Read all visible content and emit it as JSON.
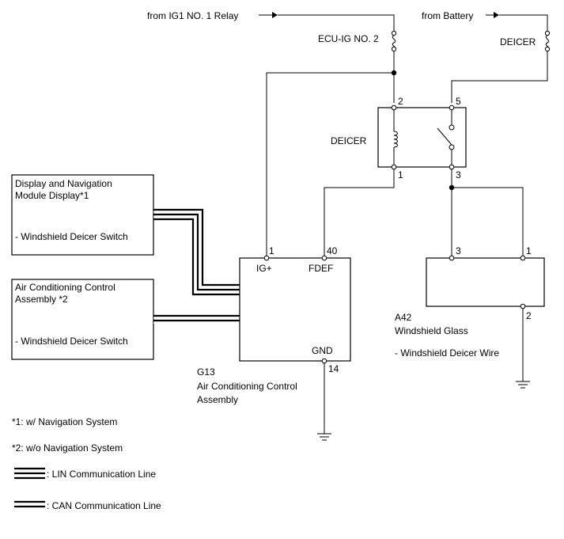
{
  "sources": {
    "ig1": "from IG1 NO. 1 Relay",
    "battery": "from Battery"
  },
  "fuses": {
    "ecu_ig": "ECU-IG NO. 2",
    "deicer": "DEICER"
  },
  "relay": {
    "label": "DEICER",
    "pins": {
      "p2": "2",
      "p5": "5",
      "p1": "1",
      "p3": "3"
    }
  },
  "display_module": {
    "name_line1": "Display and Navigation",
    "name_line2": "Module Display*1",
    "switch": "- Windshield Deicer Switch"
  },
  "ac_control_panel": {
    "name_line1": "Air Conditioning Control",
    "name_line2": "Assembly *2",
    "switch": "- Windshield Deicer Switch"
  },
  "g13": {
    "pin_ig": "1",
    "pin_fdef": "40",
    "term_ig": "IG+",
    "term_fdef": "FDEF",
    "term_gnd": "GND",
    "pin_gnd": "14",
    "code": "G13",
    "name_line1": "Air Conditioning Control",
    "name_line2": "Assembly"
  },
  "a42": {
    "pin_3": "3",
    "pin_1": "1",
    "pin_2": "2",
    "code": "A42",
    "name": "Windshield Glass",
    "wire": "- Windshield Deicer Wire"
  },
  "notes": {
    "n1": "*1: w/ Navigation System",
    "n2": "*2: w/o Navigation System"
  },
  "legend": {
    "lin": ": LIN Communication Line",
    "can": ": CAN Communication Line"
  }
}
